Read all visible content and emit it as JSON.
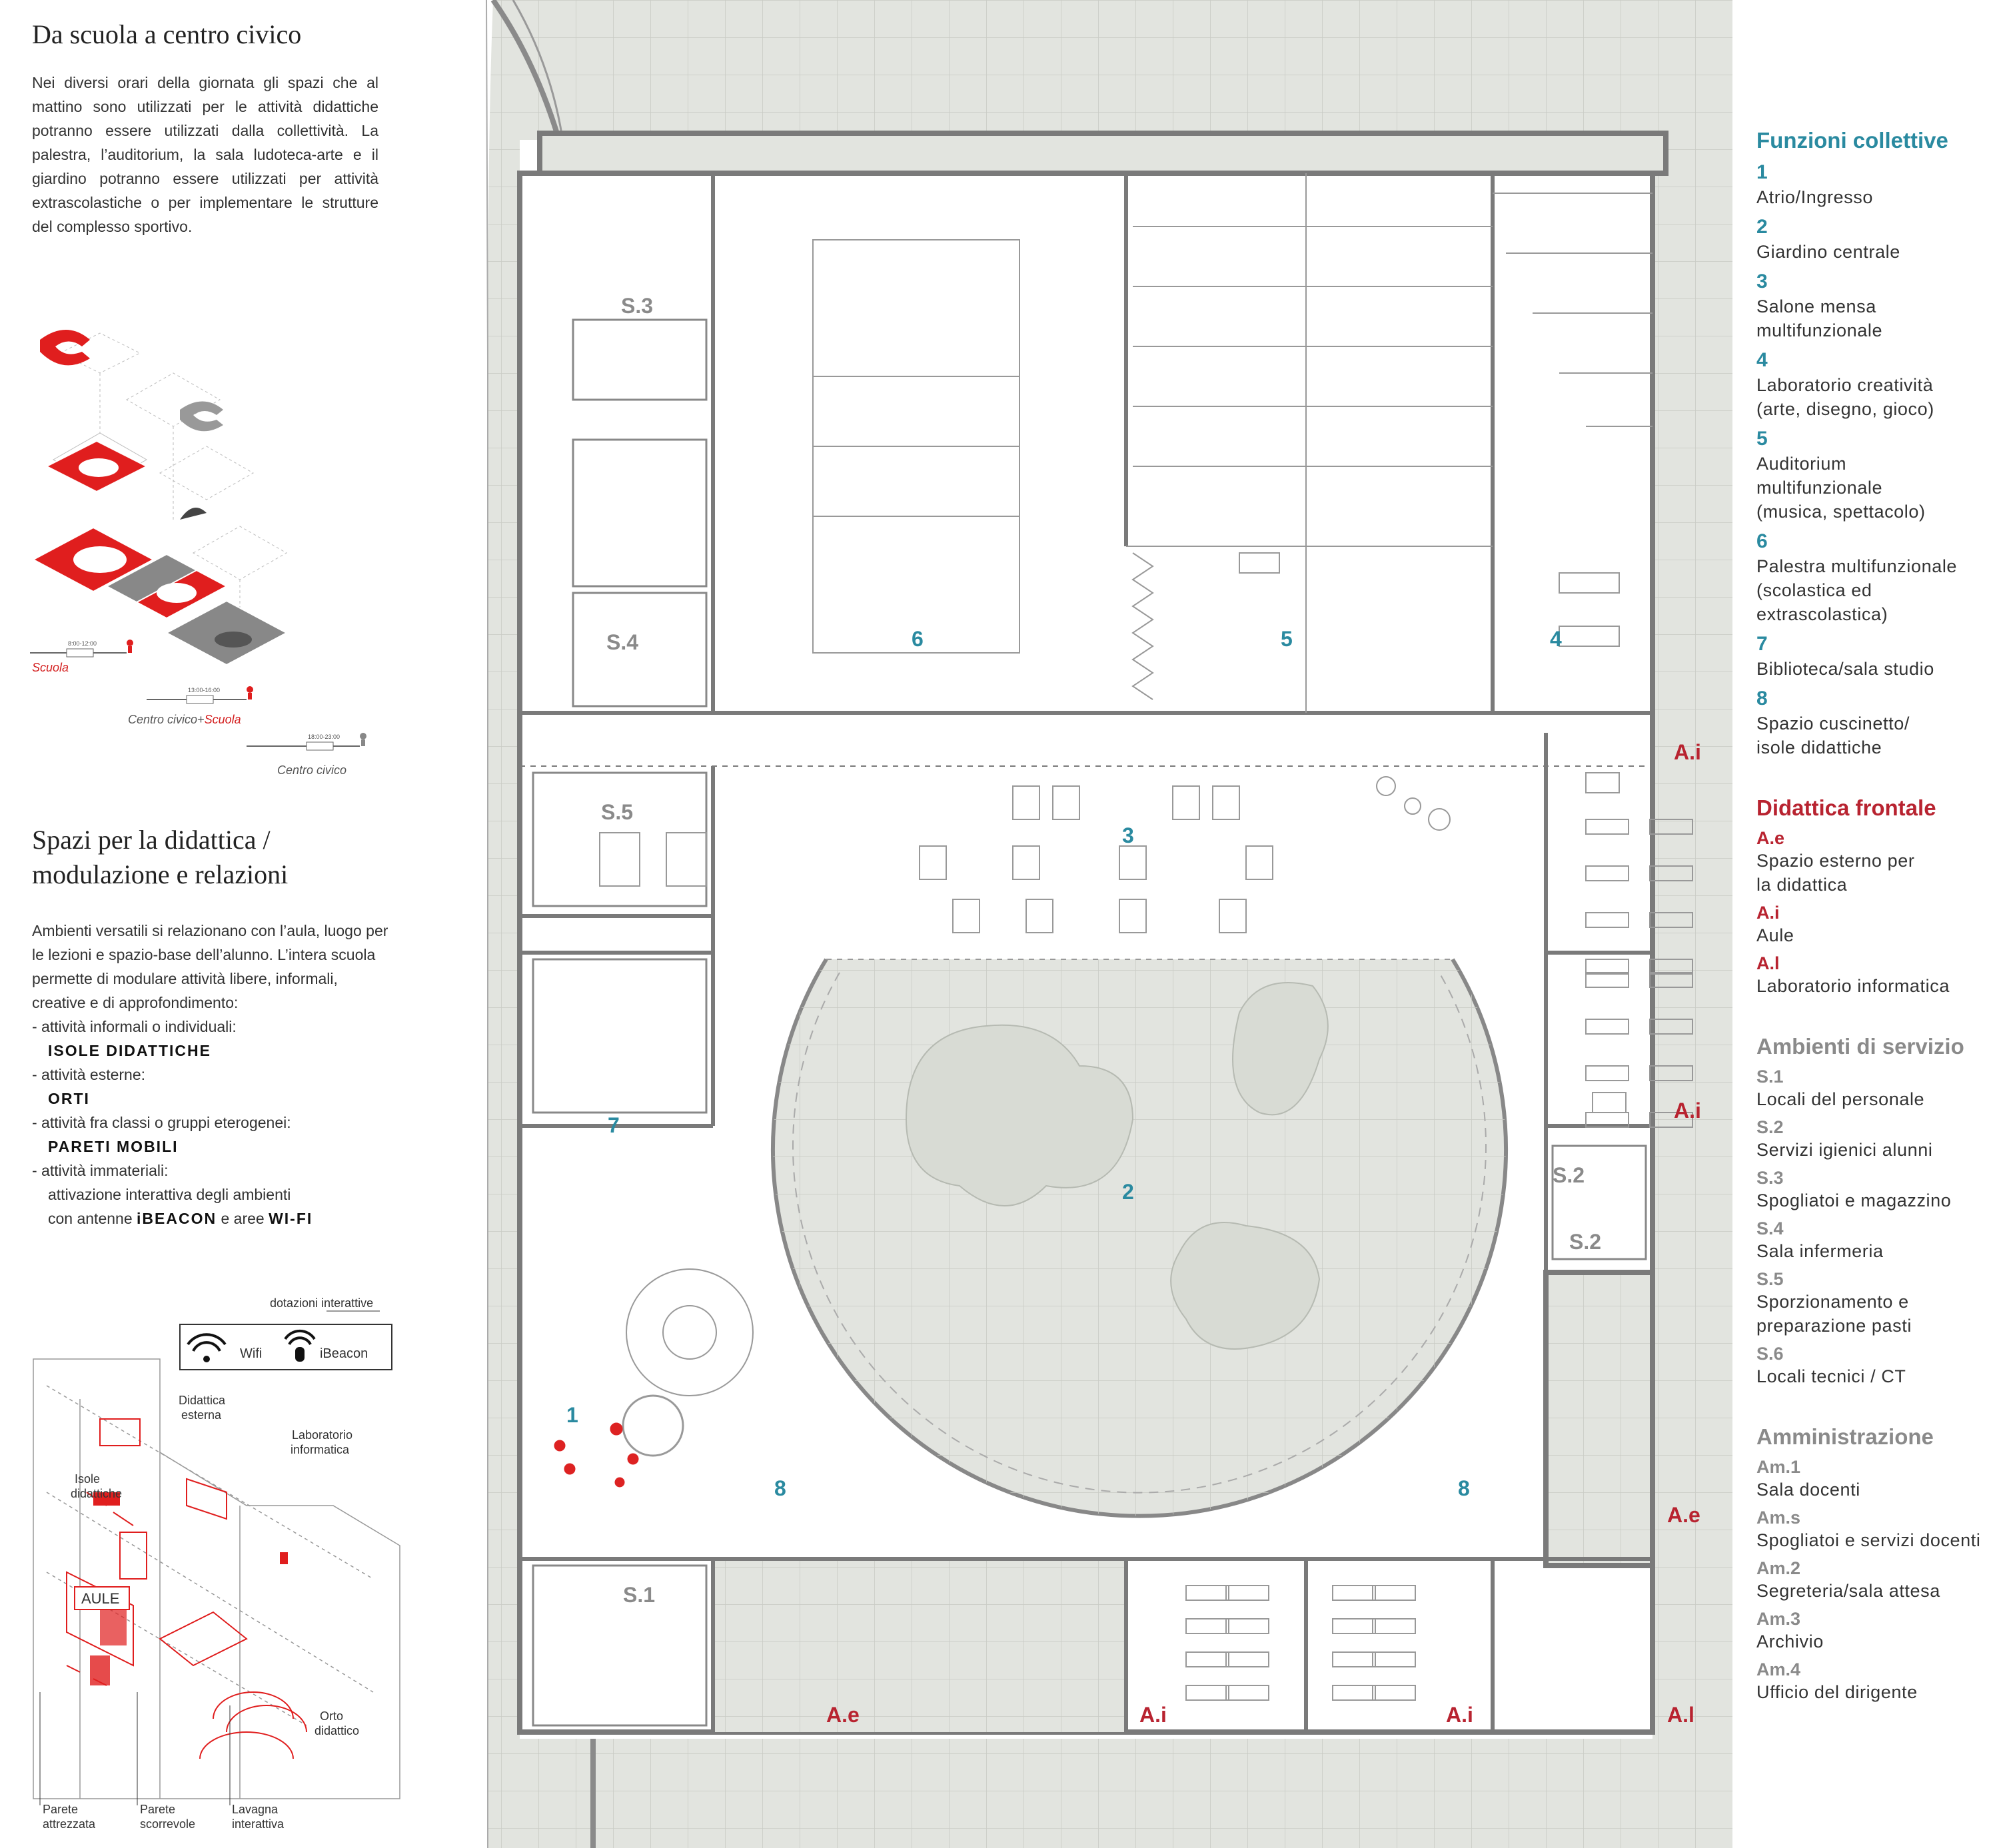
{
  "left": {
    "title1": "Da scuola a centro civico",
    "para1": "Nei diversi orari della giornata gli spazi che al mattino sono utilizzati per le attività didattiche potranno essere utilizzati dalla collettività. La palestra, l’auditorium, la sala ludoteca-arte e il giardino potranno essere utilizzati per attività extrascolastiche o per implementare le strutture del complesso sportivo.",
    "iso_captions": {
      "scuola": "Scuola",
      "centro_scuola_a": "Centro civico+",
      "centro_scuola_b": "Scuola",
      "centro": "Centro civico",
      "time1": "8:00-12:00",
      "time2": "13:00-16:00",
      "time3": "18:00-23:00"
    },
    "title2_line1": "Spazi per la didattica /",
    "title2_line2": "modulazione e relazioni",
    "para2": "Ambienti versatili si relazionano con l’aula, luogo per le lezioni e spazio-base dell’alunno. L’intera scuola permette di modulare attività libere, informali, creative e di approfondimento:",
    "bullets": [
      {
        "line": "- attività informali o individuali:",
        "bold": "ISOLE DIDATTICHE"
      },
      {
        "line": "- attività esterne:",
        "bold": "ORTI"
      },
      {
        "line": "- attività fra classi o gruppi eterogenei:",
        "bold": "PARETI MOBILI"
      }
    ],
    "bullet4_line": "- attività immateriali:",
    "bullet4_indent_a": "attivazione interattiva degli ambienti",
    "bullet4_indent_b_pre": "con antenne ",
    "bullet4_bold1": "iBEACON",
    "bullet4_mid": " e aree ",
    "bullet4_bold2": "WI-FI",
    "axo_labels": {
      "dotazioni": "dotazioni interattive",
      "wifi": "Wifi",
      "ibeacon": "iBeacon",
      "didattica_esterna_a": "Didattica",
      "didattica_esterna_b": "esterna",
      "laboratorio_a": "Laboratorio",
      "laboratorio_b": "informatica",
      "isole_a": "Isole",
      "isole_b": "didattiche",
      "aule": "AULE",
      "orto_a": "Orto",
      "orto_b": "didattico",
      "parete_attrezzata_a": "Parete",
      "parete_attrezzata_b": "attrezzata",
      "parete_scorrevole_a": "Parete",
      "parete_scorrevole_b": "scorrevole",
      "lavagna_a": "Lavagna",
      "lavagna_b": "interattiva"
    }
  },
  "plan": {
    "labels": {
      "n1": "1",
      "n2": "2",
      "n3": "3",
      "n4": "4",
      "n5": "5",
      "n6": "6",
      "n7": "7",
      "n8a": "8",
      "n8b": "8",
      "s1": "S.1",
      "s2a": "S.2",
      "s2b": "S.2",
      "s3": "S.3",
      "s4": "S.4",
      "s5": "S.5",
      "ai1": "A.i",
      "ai2": "A.i",
      "ai3": "A.i",
      "ai4": "A.i",
      "ae1": "A.e",
      "ae2": "A.e",
      "al": "A.l"
    },
    "colors": {
      "teal": "#2a8aa0",
      "red": "#b82330",
      "gray": "#8a8a8a",
      "wall": "#7a7a7a",
      "ground": "#e2e4df"
    }
  },
  "legend": {
    "collettive": {
      "title": "Funzioni collettive",
      "items": [
        {
          "num": "1",
          "lines": [
            "Atrio/Ingresso"
          ]
        },
        {
          "num": "2",
          "lines": [
            "Giardino centrale"
          ]
        },
        {
          "num": "3",
          "lines": [
            "Salone mensa",
            "multifunzionale"
          ]
        },
        {
          "num": "4",
          "lines": [
            "Laboratorio creatività",
            "(arte, disegno, gioco)"
          ]
        },
        {
          "num": "5",
          "lines": [
            "Auditorium",
            "multifunzionale",
            "(musica, spettacolo)"
          ]
        },
        {
          "num": "6",
          "lines": [
            "Palestra multifunzionale",
            "(scolastica ed extrascolastica)"
          ]
        },
        {
          "num": "7",
          "lines": [
            "Biblioteca/sala studio"
          ]
        },
        {
          "num": "8",
          "lines": [
            "Spazio cuscinetto/",
            "isole didattiche"
          ]
        }
      ]
    },
    "frontale": {
      "title": "Didattica frontale",
      "items": [
        {
          "num": "A.e",
          "lines": [
            "Spazio esterno per",
            "la didattica"
          ]
        },
        {
          "num": "A.i",
          "lines": [
            "Aule"
          ]
        },
        {
          "num": "A.l",
          "lines": [
            "Laboratorio informatica"
          ]
        }
      ]
    },
    "servizio": {
      "title": "Ambienti di servizio",
      "items": [
        {
          "num": "S.1",
          "lines": [
            "Locali del personale"
          ]
        },
        {
          "num": "S.2",
          "lines": [
            "Servizi igienici alunni"
          ]
        },
        {
          "num": "S.3",
          "lines": [
            "Spogliatoi e magazzino"
          ]
        },
        {
          "num": "S.4",
          "lines": [
            "Sala infermeria"
          ]
        },
        {
          "num": "S.5",
          "lines": [
            "Sporzionamento e",
            "preparazione pasti"
          ]
        },
        {
          "num": "S.6",
          "lines": [
            "Locali tecnici / CT"
          ]
        }
      ]
    },
    "amministrazione": {
      "title": "Amministrazione",
      "items": [
        {
          "num": "Am.1",
          "lines": [
            "Sala docenti"
          ]
        },
        {
          "num": "Am.s",
          "lines": [
            "Spogliatoi e servizi docenti"
          ]
        },
        {
          "num": "Am.2",
          "lines": [
            "Segreteria/sala attesa"
          ]
        },
        {
          "num": "Am.3",
          "lines": [
            "Archivio"
          ]
        },
        {
          "num": "Am.4",
          "lines": [
            "Ufficio del dirigente"
          ]
        }
      ]
    }
  }
}
